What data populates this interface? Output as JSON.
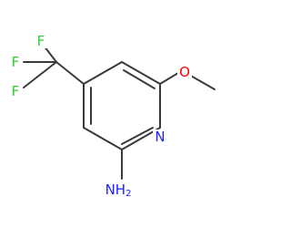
{
  "structure": {
    "atoms": [
      {
        "label": "F",
        "color": "#33cc33"
      },
      {
        "label": "F",
        "color": "#33cc33"
      },
      {
        "label": "F",
        "color": "#33cc33"
      },
      {
        "label": "O",
        "color": "#ff0000"
      },
      {
        "label": "N",
        "color": "#1f1fff"
      },
      {
        "label": "NH",
        "sub": "2",
        "color": "#1f1fff"
      }
    ],
    "bond_color": "#3a3a3a"
  }
}
